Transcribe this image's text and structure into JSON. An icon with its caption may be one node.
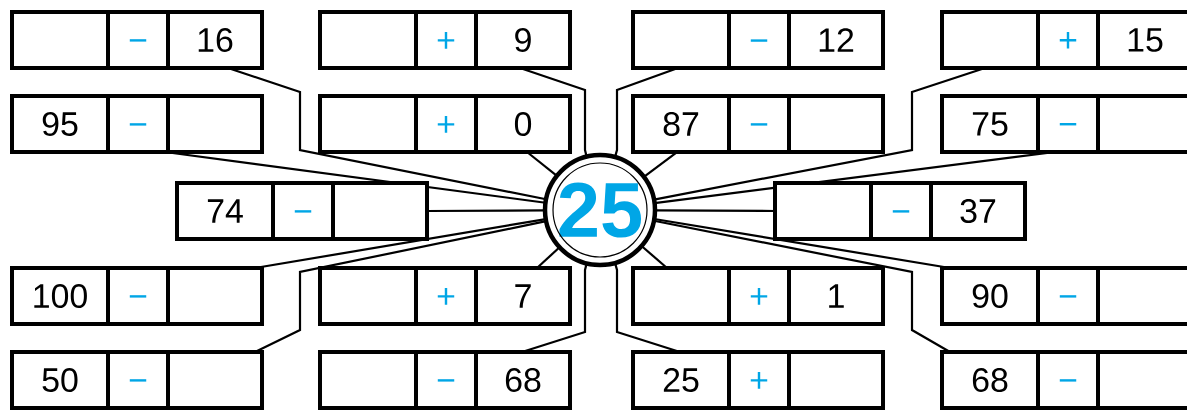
{
  "diagram": {
    "nodes": [
      {
        "text": [
          "−",
          "16"
        ]
      },
      {
        "text": [
          "+",
          "9"
        ]
      },
      {
        "text": [
          "−",
          "12"
        ]
      },
      {
        "text": [
          "+",
          "15"
        ]
      },
      {
        "text": [
          "95",
          "−"
        ]
      },
      {
        "text": [
          "+",
          "0"
        ]
      },
      {
        "text": [
          "87",
          "−"
        ]
      },
      {
        "text": [
          "75",
          "−"
        ]
      },
      {
        "text": [
          "74",
          "−"
        ]
      },
      {
        "text": [
          "25"
        ]
      },
      {
        "text": [
          "−",
          "37"
        ]
      },
      {
        "text": [
          "100",
          "−"
        ]
      },
      {
        "text": [
          "+",
          "7"
        ]
      },
      {
        "text": [
          "+",
          "1"
        ]
      },
      {
        "text": [
          "90",
          "−"
        ]
      },
      {
        "text": [
          "50",
          "−"
        ]
      },
      {
        "text": [
          "−",
          "68"
        ]
      },
      {
        "text": [
          "25",
          "+"
        ]
      },
      {
        "text": [
          "68",
          "−"
        ]
      }
    ],
    "edges": [
      {
        "from": 0,
        "to": 9,
        "arrow": "none"
      },
      {
        "from": 1,
        "to": 9,
        "arrow": "none"
      },
      {
        "from": 2,
        "to": 9,
        "arrow": "none"
      },
      {
        "from": 3,
        "to": 9,
        "arrow": "none"
      },
      {
        "from": 4,
        "to": 9,
        "arrow": "none"
      },
      {
        "from": 5,
        "to": 9,
        "arrow": "none"
      },
      {
        "from": 6,
        "to": 9,
        "arrow": "none"
      },
      {
        "from": 7,
        "to": 9,
        "arrow": "none"
      },
      {
        "from": 8,
        "to": 9,
        "arrow": "none"
      },
      {
        "from": 10,
        "to": 9,
        "arrow": "none"
      },
      {
        "from": 11,
        "to": 9,
        "arrow": "none"
      },
      {
        "from": 12,
        "to": 9,
        "arrow": "none"
      },
      {
        "from": 13,
        "to": 9,
        "arrow": "none"
      },
      {
        "from": 14,
        "to": 9,
        "arrow": "none"
      },
      {
        "from": 15,
        "to": 9,
        "arrow": "none"
      },
      {
        "from": 16,
        "to": 9,
        "arrow": "none"
      },
      {
        "from": 17,
        "to": 9,
        "arrow": "none"
      },
      {
        "from": 18,
        "to": 9,
        "arrow": "none"
      }
    ]
  }
}
